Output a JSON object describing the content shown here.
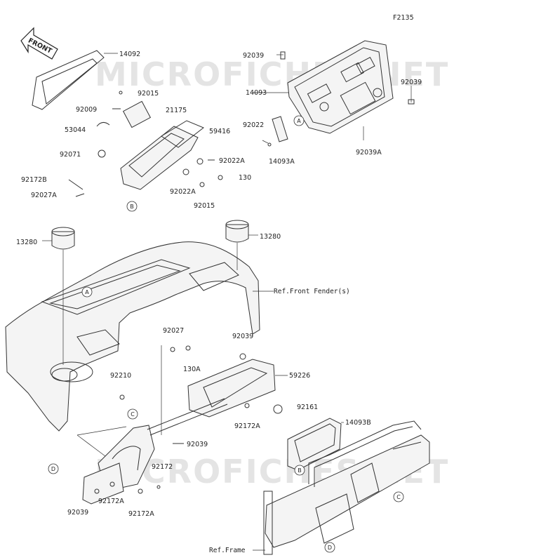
{
  "figure_code": "F2135",
  "watermark": "MICROFICHES.NET",
  "front_arrow": "FRONT",
  "labels": {
    "p14092": "14092",
    "p92015a": "92015",
    "p92009": "92009",
    "p21175": "21175",
    "p53044": "53044",
    "p59416": "59416",
    "p92071": "92071",
    "p92022A_a": "92022A",
    "p92172B": "92172B",
    "p130": "130",
    "p92027A": "92027A",
    "p92022A_b": "92022A",
    "p92015b": "92015",
    "p92039a": "92039",
    "p14093": "14093",
    "p92039b": "92039",
    "p92022": "92022",
    "p14093A": "14093A",
    "p92039A": "92039A",
    "p13280a": "13280",
    "p13280b": "13280",
    "refFender": "Ref.Front Fender(s)",
    "p92027": "92027",
    "p130A": "130A",
    "p92039c": "92039",
    "p92210": "92210",
    "p59226": "59226",
    "p92161": "92161",
    "p92172A_a": "92172A",
    "p14093B": "14093B",
    "p92039d": "92039",
    "p92172": "92172",
    "p92172A_b": "92172A",
    "p92039e": "92039",
    "p92172A_c": "92172A",
    "refFrame": "Ref.Frame"
  },
  "callouts": {
    "A1": "A",
    "B1": "B",
    "A2": "A",
    "C1": "C",
    "D1": "D",
    "B2": "B",
    "C2": "C",
    "D2": "D"
  }
}
